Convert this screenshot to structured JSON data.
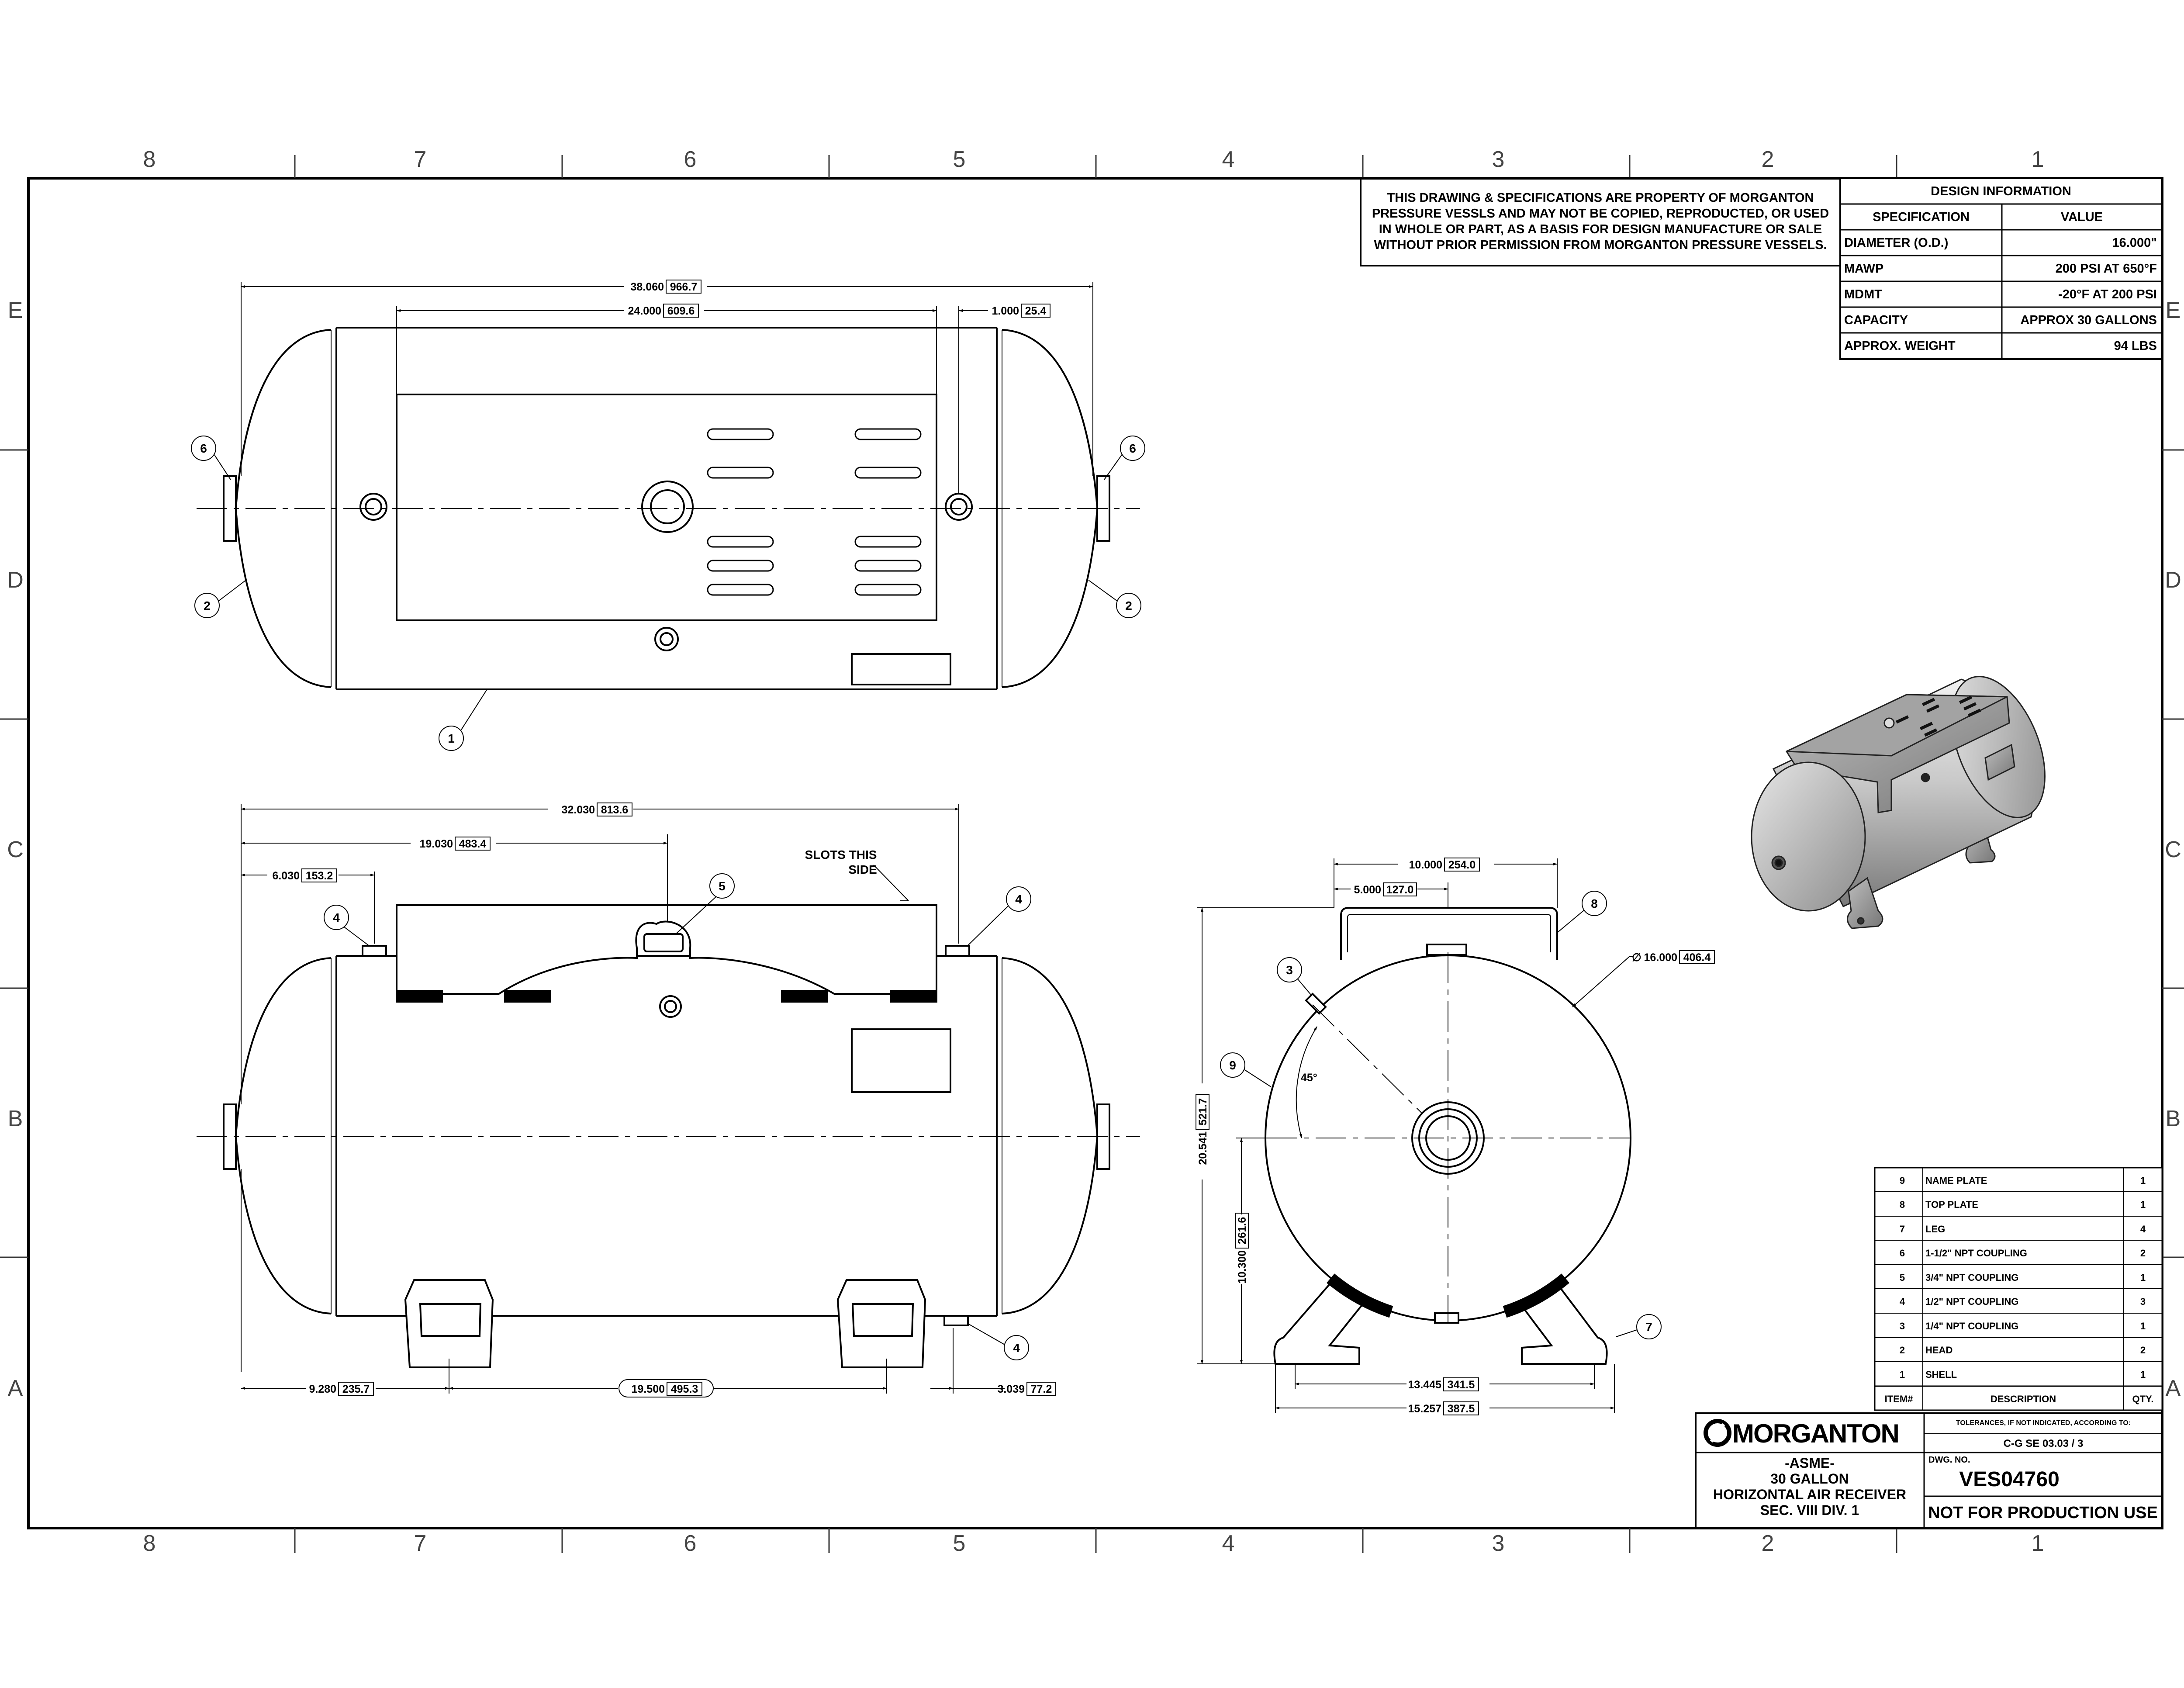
{
  "zones": {
    "cols": [
      "8",
      "7",
      "6",
      "5",
      "4",
      "3",
      "2",
      "1"
    ],
    "rows": [
      "E",
      "D",
      "C",
      "B",
      "A"
    ]
  },
  "property_notice": [
    "THIS DRAWING & SPECIFICATIONS ARE PROPERTY OF MORGANTON",
    "PRESSURE VESSLS AND MAY NOT BE COPIED, REPRODUCTED,  OR USED",
    "IN WHOLE OR PART, AS A BASIS FOR DESIGN MANUFACTURE OR SALE",
    "WITHOUT PRIOR PERMISSION FROM MORGANTON PRESSURE VESSELS."
  ],
  "design_info": {
    "title": "DESIGN INFORMATION",
    "col_spec": "SPECIFICATION",
    "col_value": "VALUE",
    "rows": [
      {
        "spec": "DIAMETER (O.D.)",
        "value": "16.000\""
      },
      {
        "spec": "MAWP",
        "value": "200 PSI AT 650°F"
      },
      {
        "spec": "MDMT",
        "value": "-20°F AT 200 PSI"
      },
      {
        "spec": "CAPACITY",
        "value": "APPROX 30 GALLONS"
      },
      {
        "spec": "APPROX. WEIGHT",
        "value": "94 LBS"
      }
    ]
  },
  "top_view": {
    "dims": {
      "overall": "38.060",
      "overall_mm": "966.7",
      "plate": "24.000",
      "plate_mm": "609.6",
      "offset": "1.000",
      "offset_mm": "25.4"
    },
    "balloons": {
      "left_coupling": "6",
      "right_coupling": "6",
      "left_head": "2",
      "right_head": "2",
      "shell": "1"
    }
  },
  "front_view": {
    "dims": {
      "overall": "32.030",
      "overall_mm": "813.6",
      "center": "19.030",
      "center_mm": "483.4",
      "left": "6.030",
      "left_mm": "153.2",
      "leg_left": "9.280",
      "leg_left_mm": "235.7",
      "leg_span": "19.500",
      "leg_span_mm": "495.3",
      "leg_right": "3.039",
      "leg_right_mm": "77.2"
    },
    "note": [
      "SLOTS THIS",
      "SIDE"
    ],
    "balloons": {
      "coupling_left": "4",
      "coupling_right": "4",
      "coupling_bottom": "4",
      "handle_coupling": "5"
    }
  },
  "side_view": {
    "dims": {
      "plate_width": "10.000",
      "plate_width_mm": "254.0",
      "half": "5.000",
      "half_mm": "127.0",
      "diameter": "16.000",
      "diameter_mm": "406.4",
      "height": "20.541",
      "height_mm": "521.7",
      "center_height": "10.300",
      "center_height_mm": "261.6",
      "leg_inner": "13.445",
      "leg_inner_mm": "341.5",
      "leg_outer": "15.257",
      "leg_outer_mm": "387.5",
      "angle": "45°"
    },
    "balloons": {
      "coupling": "3",
      "plate": "8",
      "nameplate": "9",
      "leg": "7"
    }
  },
  "bom": {
    "headers": {
      "item": "ITEM#",
      "desc": "DESCRIPTION",
      "qty": "QTY."
    },
    "rows": [
      {
        "item": "9",
        "desc": "NAME PLATE",
        "qty": "1"
      },
      {
        "item": "8",
        "desc": "TOP PLATE",
        "qty": "1"
      },
      {
        "item": "7",
        "desc": "LEG",
        "qty": "4"
      },
      {
        "item": "6",
        "desc": "1-1/2\" NPT COUPLING",
        "qty": "2"
      },
      {
        "item": "5",
        "desc": "3/4\" NPT COUPLING",
        "qty": "1"
      },
      {
        "item": "4",
        "desc": "1/2\" NPT COUPLING",
        "qty": "3"
      },
      {
        "item": "3",
        "desc": "1/4\" NPT COUPLING",
        "qty": "1"
      },
      {
        "item": "2",
        "desc": "HEAD",
        "qty": "2"
      },
      {
        "item": "1",
        "desc": "SHELL",
        "qty": "1"
      }
    ]
  },
  "title_block": {
    "logo": "MORGANTON",
    "tolerance_label": "TOLERANCES, IF NOT INDICATED, ACCORDING TO:",
    "tolerance_value": "C-G SE 03.03 / 3",
    "title": [
      "-ASME-",
      "30 GALLON",
      "HORIZONTAL AIR RECEIVER",
      "SEC. VIII DIV. 1"
    ],
    "dwg_label": "DWG. NO.",
    "dwg_no": "VES04760",
    "status": "NOT FOR PRODUCTION USE"
  }
}
